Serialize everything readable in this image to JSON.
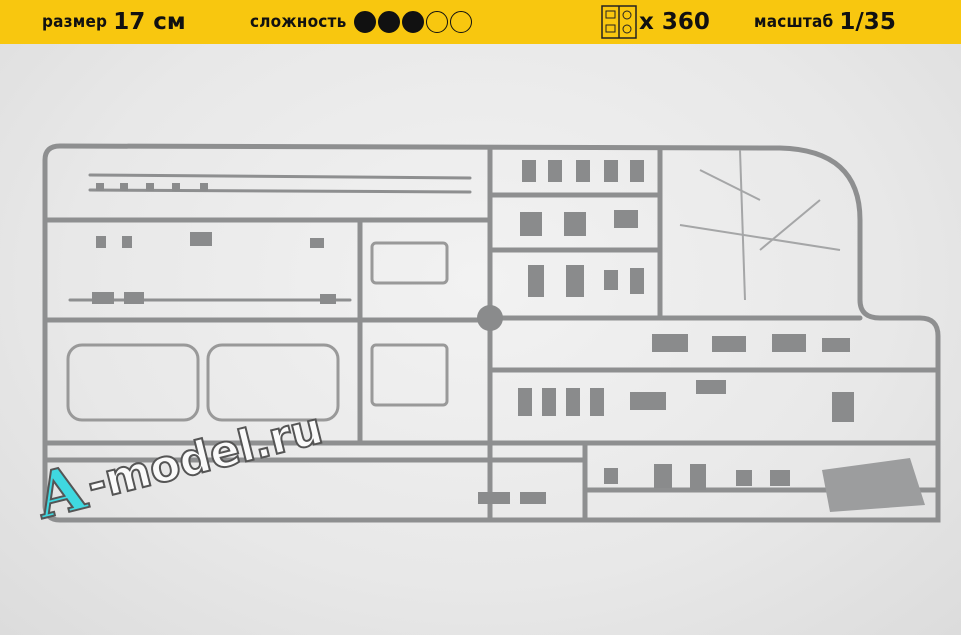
{
  "header": {
    "size_label": "размер",
    "size_value": "17 см",
    "difficulty_label": "сложность",
    "difficulty_level": 3,
    "difficulty_max": 5,
    "parts_icon": "sprue-icon",
    "parts_count": "x 360",
    "scale_label": "масштаб",
    "scale_value": "1/35"
  },
  "watermark": {
    "text": "A-model.ru"
  },
  "colors": {
    "header_bg": "#f8c70f",
    "sprue": "#8e8f90",
    "part": "#8a8b8c",
    "watermark_accent": "#3fd8e0"
  }
}
